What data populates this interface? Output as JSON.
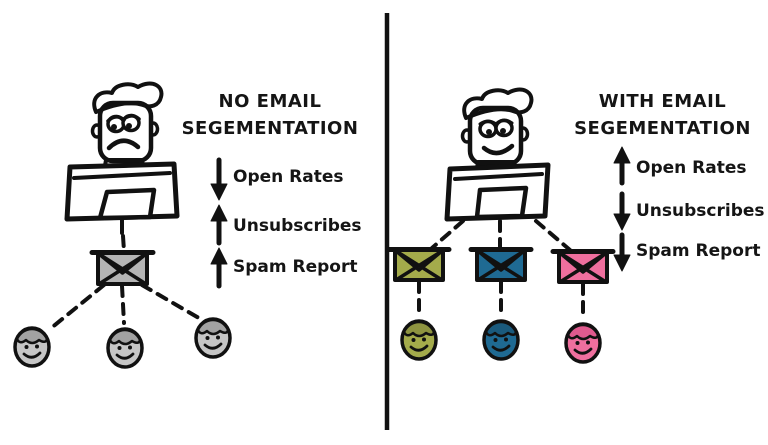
{
  "colors": {
    "ink": "#111111",
    "background": "#ffffff",
    "person_hair": "#949494"
  },
  "left": {
    "title_line1": "NO EMAIL",
    "title_line2": "SEGEMENTATION",
    "metrics": [
      {
        "direction": "down",
        "label": "Open Rates"
      },
      {
        "direction": "up",
        "label": "Unsubscribes"
      },
      {
        "direction": "up",
        "label": "Spam Report"
      }
    ],
    "envelope_color": "#b5b5b5",
    "audience": [
      {
        "face_color": "#c6c6c6",
        "hair_color": "#a2a2a2"
      },
      {
        "face_color": "#c6c6c6",
        "hair_color": "#a2a2a2"
      },
      {
        "face_color": "#c6c6c6",
        "hair_color": "#a2a2a2"
      }
    ]
  },
  "right": {
    "title_line1": "WITH EMAIL",
    "title_line2": "SEGEMENTATION",
    "metrics": [
      {
        "direction": "up",
        "label": "Open Rates"
      },
      {
        "direction": "down",
        "label": "Unsubscribes"
      },
      {
        "direction": "down",
        "label": "Spam Report"
      }
    ],
    "segments": [
      {
        "name": "olive",
        "envelope_color": "#a4ab4b",
        "face_color": "#a4ab4b",
        "hair_color": "#8e9440"
      },
      {
        "name": "blue",
        "envelope_color": "#1f6a93",
        "face_color": "#1f6a93",
        "hair_color": "#1a5a7d"
      },
      {
        "name": "pink",
        "envelope_color": "#ef6f9e",
        "face_color": "#ef6f9e",
        "hair_color": "#e05a8e"
      }
    ]
  }
}
